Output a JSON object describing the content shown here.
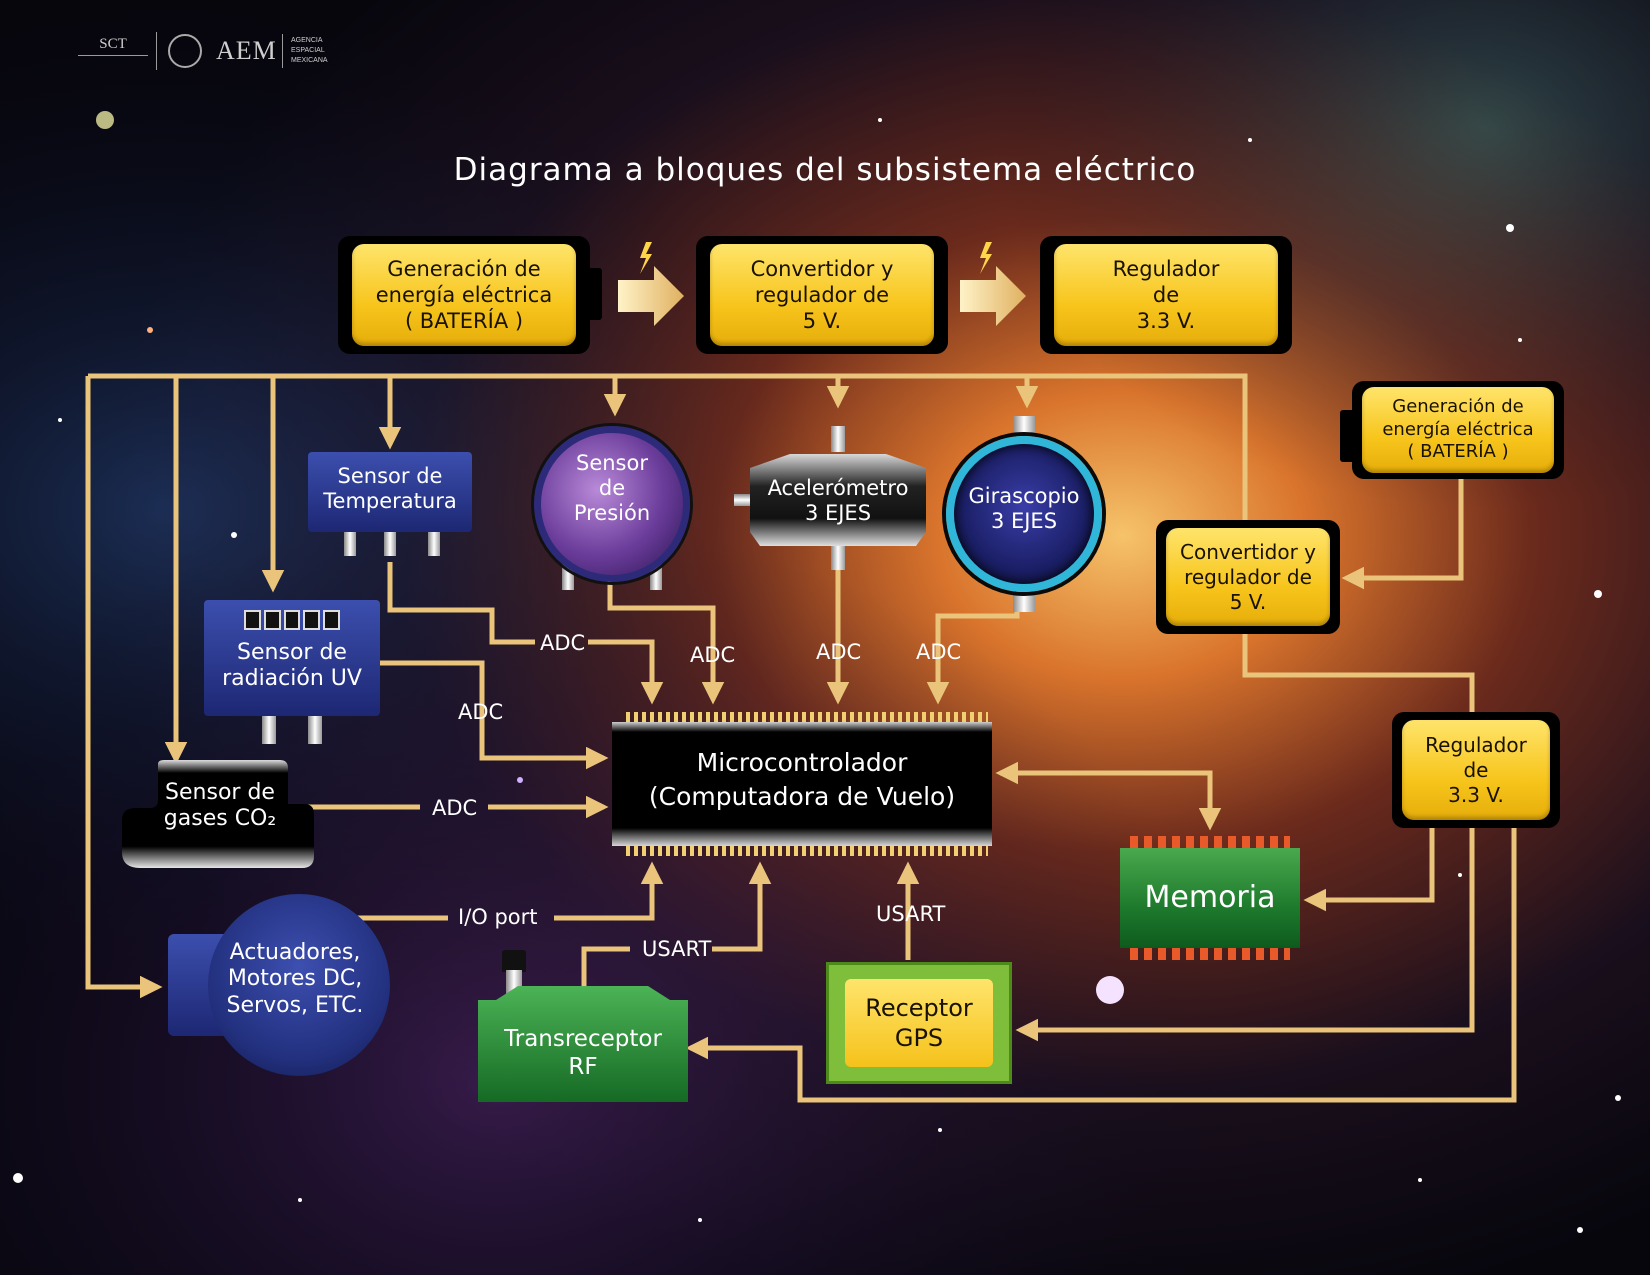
{
  "header": {
    "logo_sct": "SCT",
    "logo_aem": "AEM",
    "logo_aem_sub": [
      "AGENCIA",
      "ESPACIAL",
      "MEXICANA"
    ],
    "title": "Diagrama a bloques del subsistema eléctrico"
  },
  "top_chain": {
    "battery": [
      "Generación de",
      "energía eléctrica",
      "( BATERÍA )"
    ],
    "converter": [
      "Convertidor y",
      "regulador de",
      "5 V."
    ],
    "regulator": [
      "Regulador",
      "de",
      "3.3 V."
    ]
  },
  "right_chain": {
    "battery": [
      "Generación de",
      "energía eléctrica",
      "( BATERÍA )"
    ],
    "converter": [
      "Convertidor y",
      "regulador de",
      "5 V."
    ],
    "regulator": [
      "Regulador",
      "de",
      "3.3 V."
    ]
  },
  "sensors": {
    "temperature": [
      "Sensor de",
      "Temperatura"
    ],
    "pressure": [
      "Sensor",
      "de",
      "Presión"
    ],
    "accelerometer": [
      "Acelerómetro",
      "3 EJES"
    ],
    "gyroscope": [
      "Girascopio",
      "3 EJES"
    ],
    "uv": [
      "Sensor de",
      "radiación UV"
    ],
    "co2": [
      "Sensor de",
      "gases CO₂"
    ]
  },
  "mcu": [
    "Microcontrolador",
    "(Computadora de Vuelo)"
  ],
  "memory": "Memoria",
  "actuators": [
    "Actuadores,",
    "Motores DC,",
    "Servos, ETC."
  ],
  "rf": [
    "Transreceptor",
    "RF"
  ],
  "gps": [
    "Receptor",
    "GPS"
  ],
  "wire_labels": {
    "adc_temp": "ADC",
    "adc_pres": "ADC",
    "adc_acc": "ADC",
    "adc_gyro": "ADC",
    "adc_uv": "ADC",
    "adc_co2": "ADC",
    "io_port": "I/O port",
    "usart_rf": "USART",
    "usart_gps": "USART"
  },
  "colors": {
    "wire": "#e9c47a",
    "yellow_box": "#f7c51c",
    "blue_box": "#2a3a94",
    "green_box": "#2f9a3f"
  }
}
